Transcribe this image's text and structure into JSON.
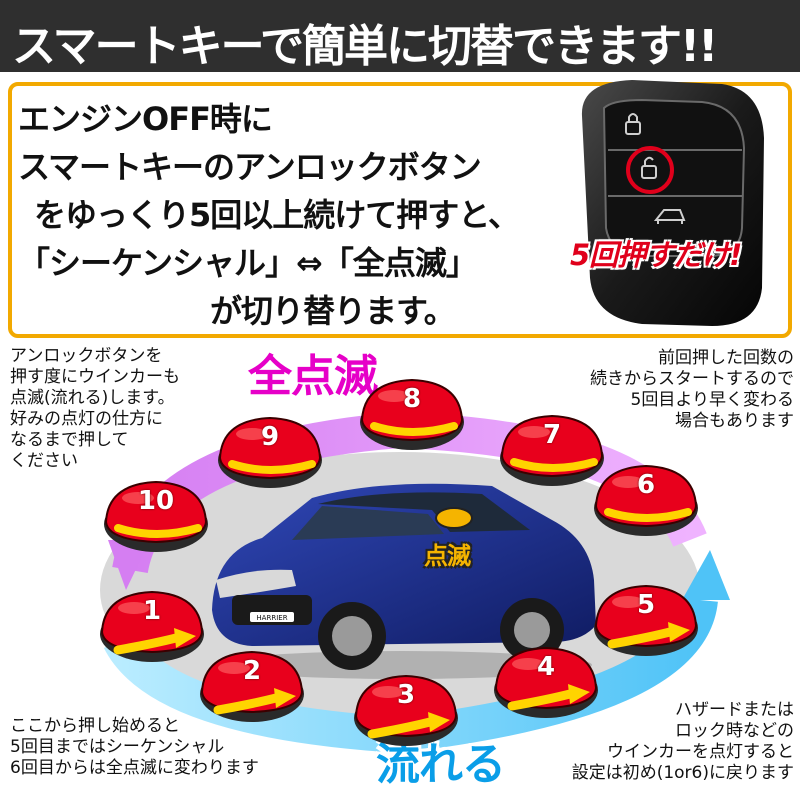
{
  "header": {
    "title": "スマートキーで簡単に切替できます!!"
  },
  "instructions": {
    "lines": [
      "エンジンOFF時に",
      "スマートキーのアンロックボタン",
      "をゆっくり5回以上続けて押すと、",
      "「シーケンシャル」⇔「全点滅」",
      "が切り替ります。"
    ]
  },
  "badge": {
    "press_five": "5回押すだけ!"
  },
  "notes": {
    "top_left": "アンロックボタンを\n押す度にウインカーも\n点滅(流れる)します。\n好みの点灯の仕方に\nなるまで押して\nください",
    "top_right": "前回押した回数の\n続きからスタートするので\n5回目より早く変わる\n場合もあります",
    "bottom_left": "ここから押し始めると\n5回目まではシーケンシャル\n6回目からは全点滅に変わります",
    "bottom_right": "ハザードまたは\nロック時などの\nウインカーを点灯すると\n設定は初め(1or6)に戻ります"
  },
  "cycle": {
    "top_label": "全点滅",
    "bottom_label": "流れる",
    "car_label": "点滅",
    "car_plate": "HARRIER",
    "buttons": [
      "1",
      "2",
      "3",
      "4",
      "5",
      "6",
      "7",
      "8",
      "9",
      "10"
    ]
  },
  "colors": {
    "header_bg": "#2f2f2f",
    "box_border": "#f2a900",
    "badge_red": "#e0001b",
    "blink_magenta": "#e600c8",
    "flow_blue": "#0a9ee8",
    "button_red": "#e8001c",
    "arrow_yellow": "#ffd400",
    "car_blue": "#1c2f8a"
  }
}
